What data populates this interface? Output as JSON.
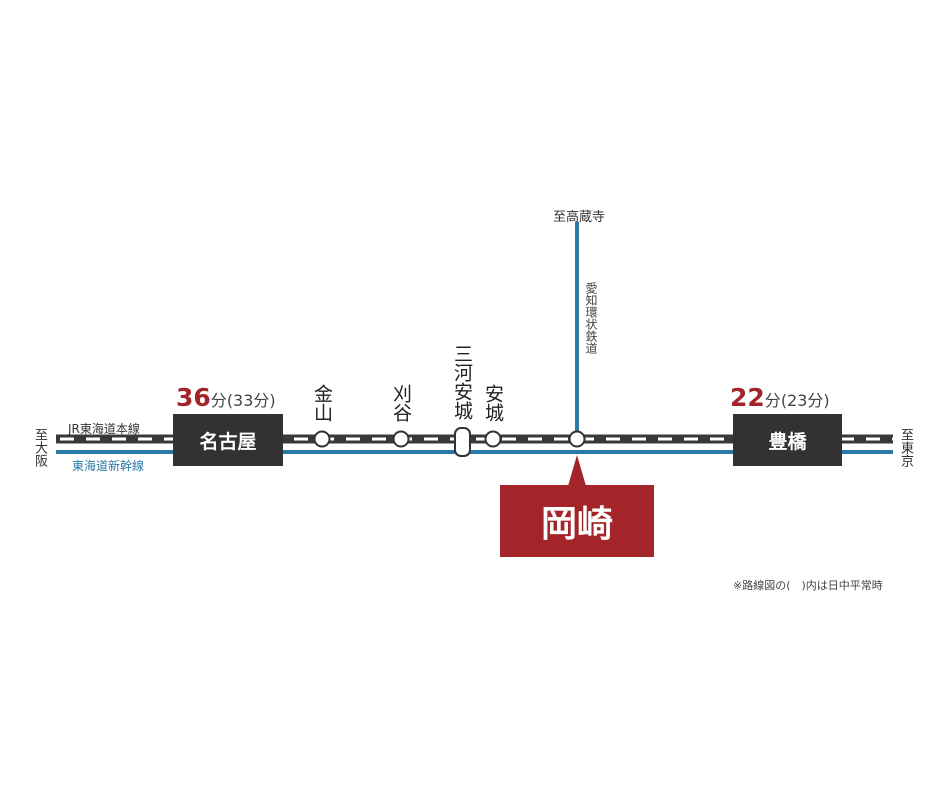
{
  "colors": {
    "jr_track": "#3a3839",
    "shinkansen": "#2a7aa8",
    "aichi_loop": "#2a7aa8",
    "highlight": "#a3252a",
    "box": "#333132"
  },
  "lines": {
    "jr": "JR東海道本線",
    "shinkansen": "東海道新幹線",
    "aichi_loop": "愛知環状鉄道"
  },
  "directions": {
    "west": "至大阪",
    "east": "至東京",
    "north": "至高蔵寺"
  },
  "stations": {
    "nagoya": "名古屋",
    "kanayama": "金山",
    "kariya": "刈谷",
    "mikawa_anjo": "三河安城",
    "anjo": "安城",
    "okazaki": "岡崎",
    "toyohashi": "豊橋"
  },
  "times": {
    "nagoya": {
      "value": "36",
      "unit": "分",
      "normal": "(33分)"
    },
    "toyohashi": {
      "value": "22",
      "unit": "分",
      "normal": "(23分)"
    }
  },
  "note": "※路線図の(　)内は日中平常時"
}
